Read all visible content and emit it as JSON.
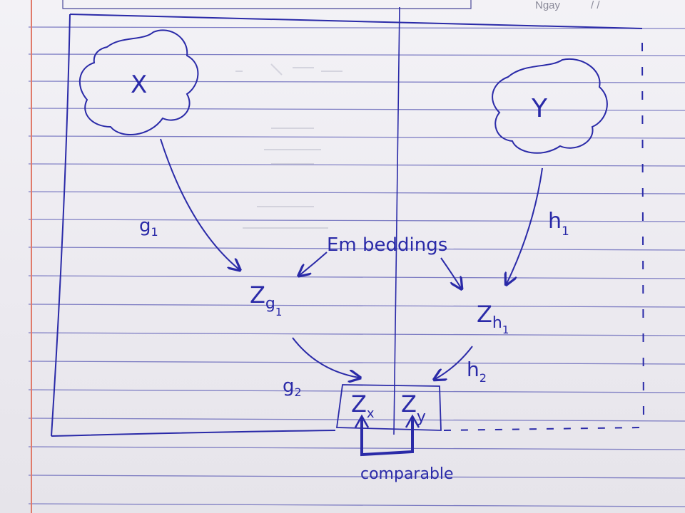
{
  "header": {
    "date_label": "Ngay",
    "date_slashes": "/      /"
  },
  "diagram": {
    "source_x": "X",
    "source_y": "Y",
    "edge_g1": "g",
    "edge_g1_sub": "1",
    "edge_h1": "h",
    "edge_h1_sub": "1",
    "edge_g2": "g",
    "edge_g2_sub": "2",
    "edge_h2": "h",
    "edge_h2_sub": "2",
    "embedding_label": "Em beddings",
    "node_zg1": "Z",
    "node_zg1_sub": "g",
    "node_zg1_subsub": "1",
    "node_zh1": "Z",
    "node_zh1_sub": "h",
    "node_zh1_subsub": "1",
    "node_zx": "Z",
    "node_zx_sub": "x",
    "node_zy": "Z",
    "node_zy_sub": "y",
    "comparable_label": "comparable"
  },
  "colors": {
    "ink": "#2a2aa8",
    "ruled_line": "#5b5bb5",
    "margin_line": "#e07a6a",
    "paper": "#efeef3"
  }
}
